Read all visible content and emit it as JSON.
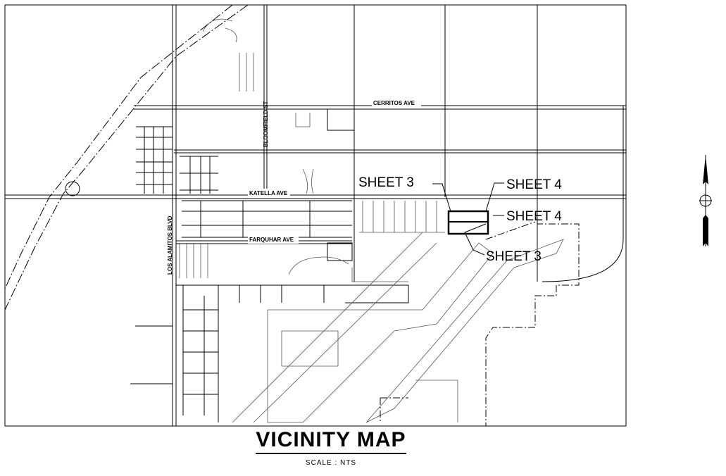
{
  "title": "VICINITY MAP",
  "scale": "SCALE : NTS",
  "streets": {
    "cerritos": "CERRITOS AVE",
    "katella": "KATELLA AVE",
    "farquhar": "FARQUHAR AVE",
    "bloomfield": "BLOOMFIELD ST",
    "los_alamitos": "LOS ALAMITOS BLVD"
  },
  "callouts": [
    "SHEET 3",
    "SHEET 4",
    "SHEET 4",
    "SHEET 3"
  ],
  "north_arrow": "north-arrow-icon"
}
